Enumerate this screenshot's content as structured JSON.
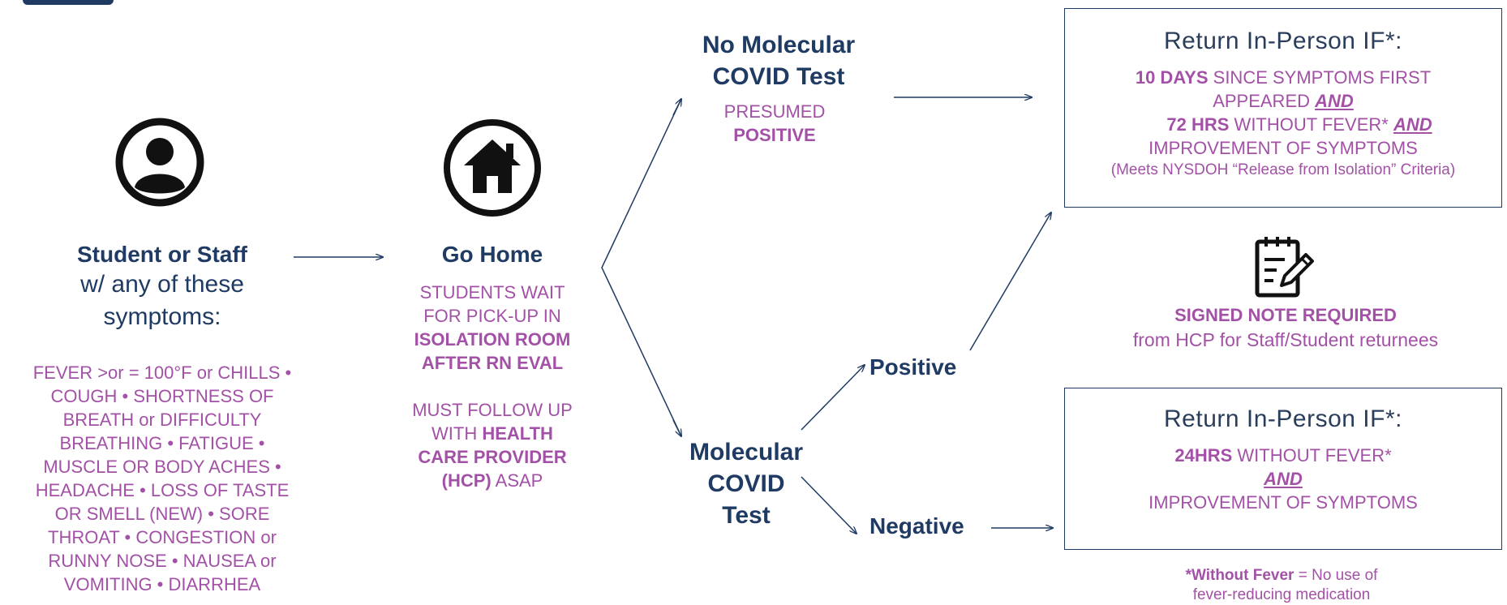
{
  "start": {
    "title": "Student or Staff",
    "subtitle_1": "w/ any of these",
    "subtitle_2": "symptoms:",
    "symptoms": [
      "FEVER >or = 100°F or CHILLS •",
      "COUGH • SHORTNESS OF",
      "BREATH or DIFFICULTY",
      "BREATHING • FATIGUE •",
      "MUSCLE OR BODY ACHES •",
      "HEADACHE • LOSS OF TASTE",
      "OR SMELL (NEW) • SORE",
      "THROAT • CONGESTION or",
      "RUNNY NOSE • NAUSEA or",
      "VOMITING • DIARRHEA"
    ]
  },
  "go_home": {
    "title": "Go Home",
    "l1": "STUDENTS WAIT",
    "l2": "FOR PICK-UP IN",
    "l3": "ISOLATION ROOM",
    "l4": "AFTER RN EVAL",
    "m1": "MUST FOLLOW UP",
    "m2a": "WITH ",
    "m2b": "HEALTH",
    "m3": "CARE PROVIDER",
    "m4a": "(HCP)",
    "m4b": " ASAP"
  },
  "no_test": {
    "title_1": "No Molecular",
    "title_2": "COVID Test",
    "sub_1": "PRESUMED",
    "sub_2": "POSITIVE"
  },
  "molecular": {
    "l1": "Molecular",
    "l2": "COVID",
    "l3": "Test"
  },
  "positive_label": "Positive",
  "negative_label": "Negative",
  "box_top": {
    "title": "Return In-Person IF*:",
    "r1a": "10 DAYS",
    "r1b": " SINCE SYMPTOMS FIRST",
    "r2a": "APPEARED ",
    "r2b": "AND",
    "r3a": "72 HRS",
    "r3b": " WITHOUT FEVER* ",
    "r3c": "AND",
    "r4": "IMPROVEMENT OF SYMPTOMS",
    "r5": "(Meets NYSDOH “Release from Isolation” Criteria)"
  },
  "note": {
    "line1": "SIGNED NOTE REQUIRED",
    "line2": "from HCP for Staff/Student returnees"
  },
  "box_bottom": {
    "title": "Return In-Person IF*:",
    "r1a": "24HRS",
    "r1b": " WITHOUT FEVER*",
    "r2": "AND",
    "r3": "IMPROVEMENT OF SYMPTOMS"
  },
  "footnote": {
    "a": "*Without Fever",
    "b": " = No use of",
    "c": "fever-reducing medication"
  },
  "icons": {
    "person": "person-circle-icon",
    "home": "home-icon",
    "note": "clipboard-pen-icon"
  },
  "colors": {
    "navy": "#1f3b63",
    "purple": "#a351a6"
  }
}
